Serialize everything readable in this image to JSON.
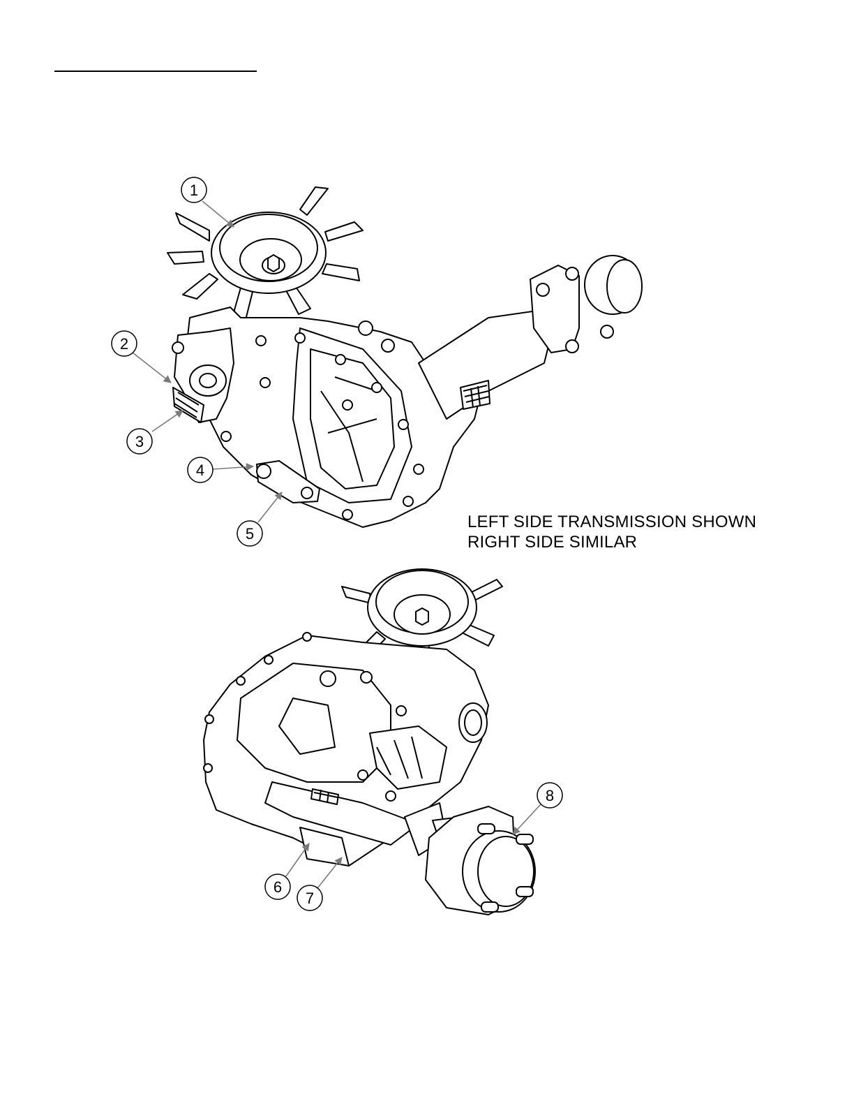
{
  "note": {
    "line1": "LEFT SIDE TRANSMISSION SHOWN",
    "line2": "RIGHT SIDE SIMILAR"
  },
  "callouts": [
    {
      "id": "callout-1",
      "label": "1"
    },
    {
      "id": "callout-2",
      "label": "2"
    },
    {
      "id": "callout-3",
      "label": "3"
    },
    {
      "id": "callout-4",
      "label": "4"
    },
    {
      "id": "callout-5",
      "label": "5"
    },
    {
      "id": "callout-6",
      "label": "6"
    },
    {
      "id": "callout-7",
      "label": "7"
    },
    {
      "id": "callout-8",
      "label": "8"
    }
  ],
  "colors": {
    "line": "#000000",
    "leader": "#7a7a7a",
    "fill": "#ffffff",
    "shade": "#e6e6e6"
  }
}
